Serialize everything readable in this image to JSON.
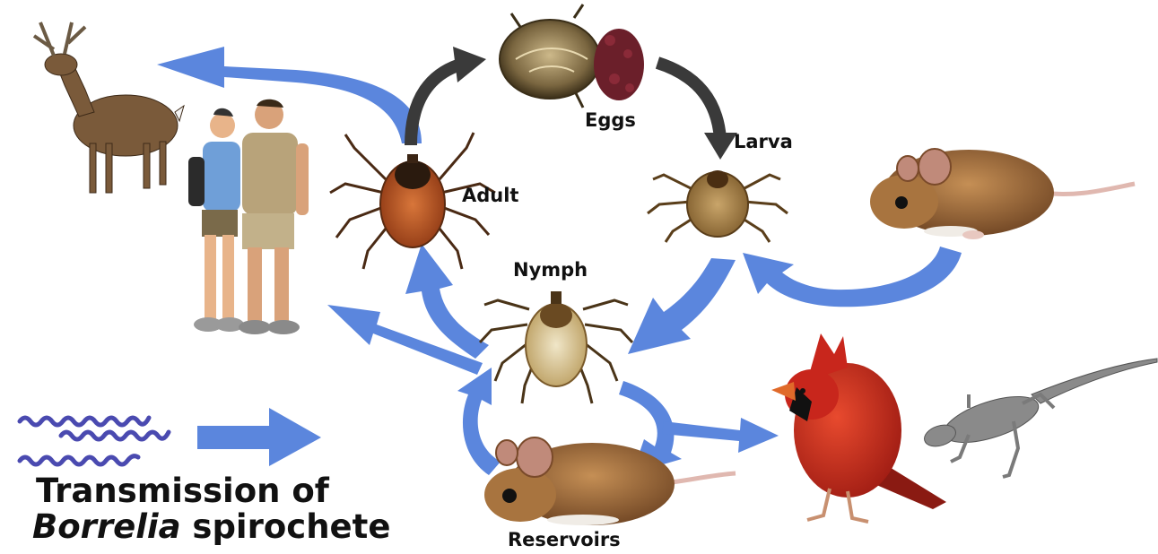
{
  "labels": {
    "eggs": "Eggs",
    "larva": "Larva",
    "adult": "Adult",
    "nymph": "Nymph",
    "reservoirs": "Reservoirs"
  },
  "title": {
    "line1": "Transmission of",
    "line2_italic": "Borrelia",
    "line2_rest": " spirochete"
  },
  "colors": {
    "transmission_arrow": "#5b86dd",
    "lifecycle_arrow": "#3a3a3a",
    "spirochete": "#4a4ab0",
    "tick_body": "#8b5a2b",
    "adult_scutum": "#b5522a",
    "eggs": "#6b1f2a",
    "cardinal": "#c8261c",
    "mouse": "#9a6a3e",
    "deer": "#7a5a3a",
    "lizard": "#8a8a8a"
  },
  "icons": [
    "deer-icon",
    "people-icon",
    "adult-tick-icon",
    "engorged-tick-icon",
    "eggs-icon",
    "larva-tick-icon",
    "nymph-tick-icon",
    "mouse-icon",
    "cardinal-icon",
    "lizard-icon",
    "spirochete-icon"
  ]
}
